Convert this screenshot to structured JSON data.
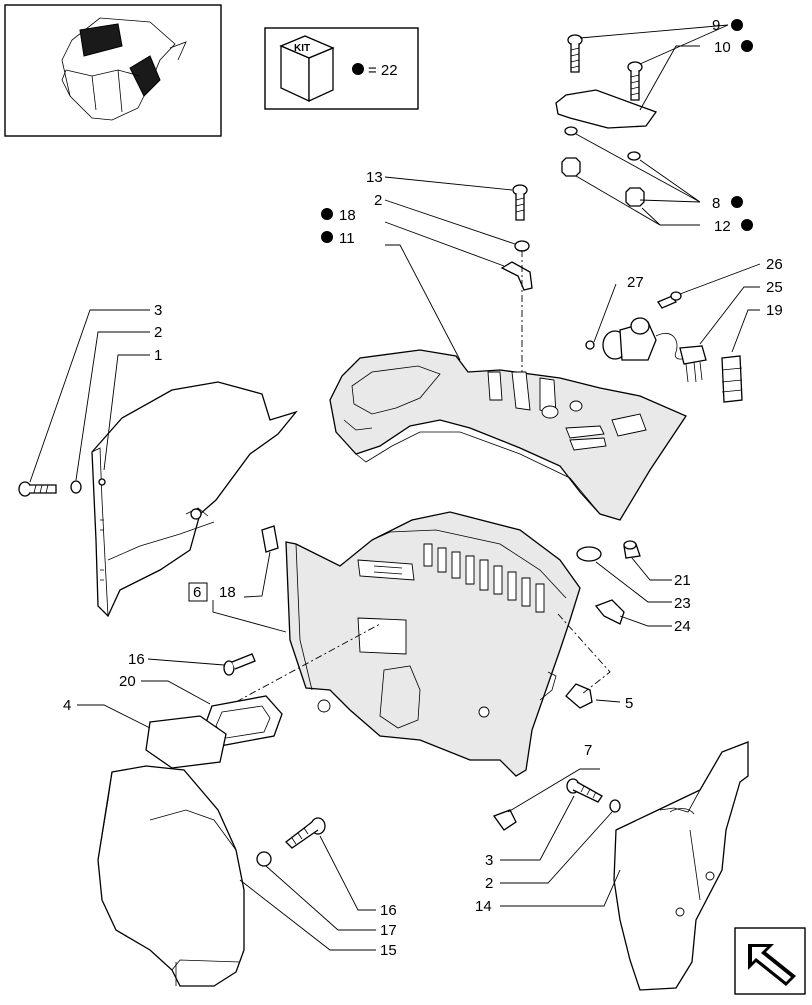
{
  "kit": {
    "box_label": "KIT",
    "equals_text": "= 22"
  },
  "callouts": {
    "c9": "9",
    "c10": "10",
    "c8": "8",
    "c12": "12",
    "c13": "13",
    "c2_top": "2",
    "c18_top": "18",
    "c11": "11",
    "c26": "26",
    "c27": "27",
    "c25": "25",
    "c19": "19",
    "c3_left": "3",
    "c2_left": "2",
    "c1": "1",
    "c6_box": "6",
    "c18_mid": "18",
    "c21": "21",
    "c23": "23",
    "c24": "24",
    "c16_mid": "16",
    "c20": "20",
    "c4": "4",
    "c5": "5",
    "c7": "7",
    "c3_bottom": "3",
    "c2_bottom": "2",
    "c14": "14",
    "c16_bottom": "16",
    "c17": "17",
    "c15": "15"
  },
  "markers": {
    "kit_dot_color": "#000000",
    "kit_item_marker": "filled-circle"
  },
  "icons": {
    "overview": "tractor-cab-thumbnail",
    "nav": "return-arrow-icon"
  }
}
